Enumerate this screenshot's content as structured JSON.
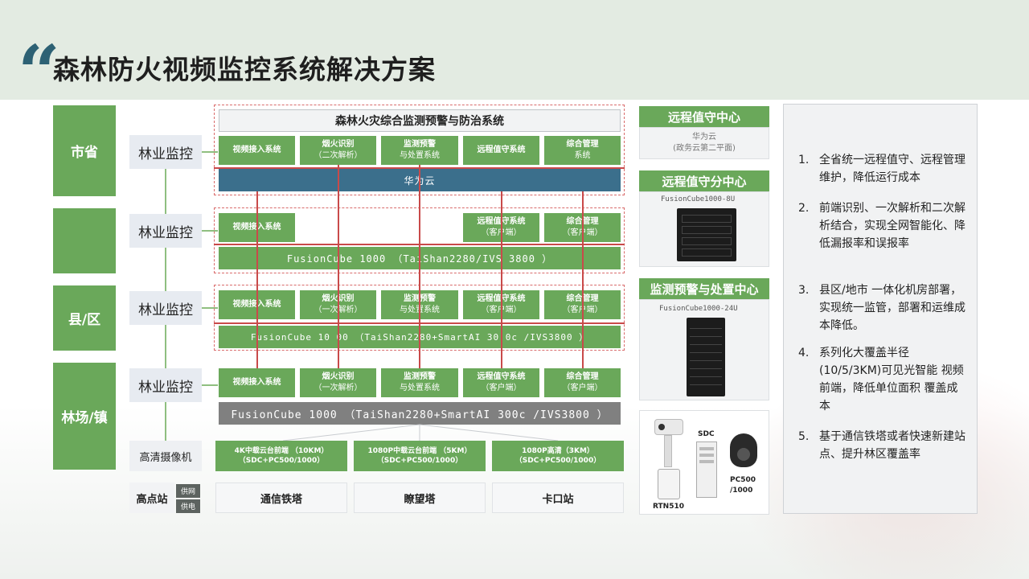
{
  "title": "森林防火视频监控系统解决方案",
  "levels": [
    "市省",
    "县/区",
    "林场/镇"
  ],
  "monitor_label": "林业监控",
  "camera_label": "高清摄像机",
  "site_label": "高点站",
  "site_tags": [
    "供网",
    "供电"
  ],
  "top_system": "森林火灾综合监测预警与防治系统",
  "rows": {
    "r1": {
      "boxes": [
        {
          "main": "视频接入系统",
          "sub": ""
        },
        {
          "main": "烟火识别",
          "sub": "（二次解析）"
        },
        {
          "main": "监测预警",
          "sub": "与处置系统"
        },
        {
          "main": "远程值守系统",
          "sub": ""
        },
        {
          "main": "综合管理",
          "sub": "系统"
        }
      ],
      "bar": "华为云"
    },
    "r2": {
      "boxes": [
        {
          "main": "视频接入系统",
          "sub": ""
        },
        {
          "main": "远程值守系统",
          "sub": "（客户端）"
        },
        {
          "main": "综合管理",
          "sub": "（客户端）"
        }
      ],
      "bar": "FusionCube 1000 （TaiShan2280/IVS 3800 ）"
    },
    "r3": {
      "boxes": [
        {
          "main": "视频接入系统",
          "sub": ""
        },
        {
          "main": "烟火识别",
          "sub": "（一次解析）"
        },
        {
          "main": "监测预警",
          "sub": "与处置系统"
        },
        {
          "main": "远程值守系统",
          "sub": "（客户端）"
        },
        {
          "main": "综合管理",
          "sub": "（客户端）"
        }
      ],
      "bar": "FusionCube 10 00 （TaiShan2280+SmartAI 30 0c /IVS3800 ）"
    },
    "r4": {
      "boxes": [
        {
          "main": "视频接入系统",
          "sub": ""
        },
        {
          "main": "烟火识别",
          "sub": "（一次解析）"
        },
        {
          "main": "监测预警",
          "sub": "与处置系统"
        },
        {
          "main": "远程值守系统",
          "sub": "（客户端）"
        },
        {
          "main": "综合管理",
          "sub": "（客户端）"
        }
      ],
      "bar": "FusionCube 1000 （TaiShan2280+SmartAI 300c /IVS3800 ）"
    }
  },
  "front_ends": [
    {
      "main": "4K中载云台前端 （10KM）",
      "sub": "（SDC+PC500/1000）"
    },
    {
      "main": "1080P中载云台前端 （5KM）",
      "sub": "（SDC+PC500/1000）"
    },
    {
      "main": "1080P高清（3KM）",
      "sub": "（SDC+PC500/1000）"
    }
  ],
  "sites": [
    "通信铁塔",
    "瞭望塔",
    "卡口站"
  ],
  "centers": {
    "c1": {
      "title": "远程值守中心",
      "line1": "华为云",
      "line2": "(政务云第二平面)"
    },
    "c2": {
      "title": "远程值守分中心",
      "device": "FusionCube1000-8U"
    },
    "c3": {
      "title": "监测预警与处置中心",
      "device": "FusionCube1000-24U"
    }
  },
  "devices": {
    "sdc": "SDC",
    "pc": "PC500 /1000",
    "rtn": "RTN510"
  },
  "notes": [
    {
      "num": "1.",
      "text": "全省统一远程值守、远程管理维护，降低运行成本"
    },
    {
      "num": "2.",
      "text": "前端识别、一次解析和二次解析结合，实现全网智能化、降低漏报率和误报率"
    },
    {
      "num": "3.",
      "text": "县区/地市 一体化机房部署，实现统一监管，部署和运维成本降低。"
    },
    {
      "num": "4.",
      "text": "系列化大覆盖半径 (10/5/3KM)可见光智能 视频前端，降低单位面积 覆盖成本"
    },
    {
      "num": "5.",
      "text": "基于通信铁塔或者快速新建站点、提升林区覆盖率"
    }
  ],
  "colors": {
    "green": "#6aa85a",
    "blue": "#3b6f8c",
    "gray": "#808080",
    "red": "#c94a4a"
  }
}
